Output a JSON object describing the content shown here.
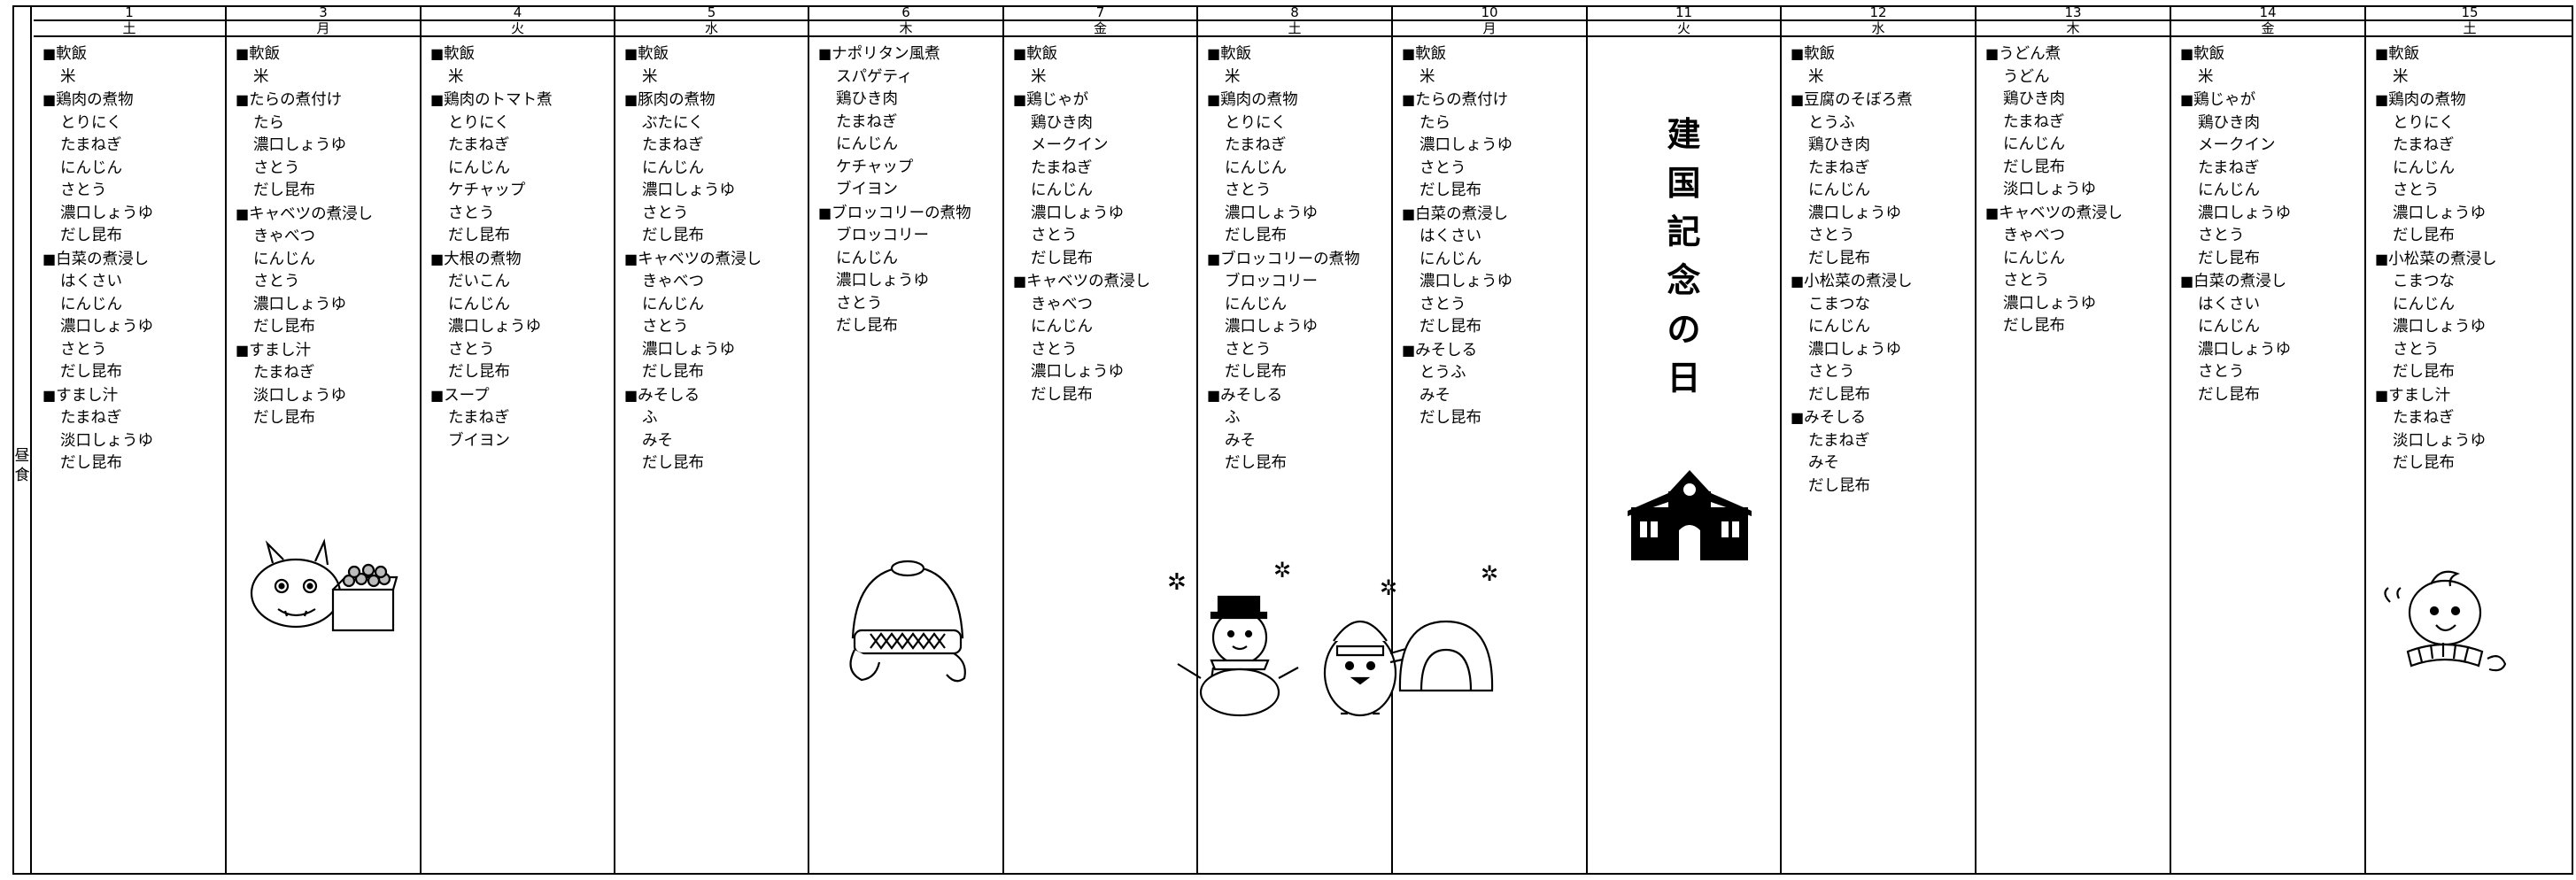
{
  "row_label": "昼食",
  "holiday": {
    "text": "建国記念の日"
  },
  "days": [
    {
      "date": "1",
      "weekday": "土",
      "items": [
        [
          "h",
          "軟飯"
        ],
        [
          "s",
          "米"
        ],
        [
          "h",
          "鶏肉の煮物"
        ],
        [
          "s",
          "とりにく"
        ],
        [
          "s",
          "たまねぎ"
        ],
        [
          "s",
          "にんじん"
        ],
        [
          "s",
          "さとう"
        ],
        [
          "s",
          "濃口しょうゆ"
        ],
        [
          "s",
          "だし昆布"
        ],
        [
          "h",
          "白菜の煮浸し"
        ],
        [
          "s",
          "はくさい"
        ],
        [
          "s",
          "にんじん"
        ],
        [
          "s",
          "濃口しょうゆ"
        ],
        [
          "s",
          "さとう"
        ],
        [
          "s",
          "だし昆布"
        ],
        [
          "h",
          "すまし汁"
        ],
        [
          "s",
          "たまねぎ"
        ],
        [
          "s",
          "淡口しょうゆ"
        ],
        [
          "s",
          "だし昆布"
        ]
      ]
    },
    {
      "date": "3",
      "weekday": "月",
      "items": [
        [
          "h",
          "軟飯"
        ],
        [
          "s",
          "米"
        ],
        [
          "h",
          "たらの煮付け"
        ],
        [
          "s",
          "たら"
        ],
        [
          "s",
          "濃口しょうゆ"
        ],
        [
          "s",
          "さとう"
        ],
        [
          "s",
          "だし昆布"
        ],
        [
          "h",
          "キャベツの煮浸し"
        ],
        [
          "s",
          "きゃべつ"
        ],
        [
          "s",
          "にんじん"
        ],
        [
          "s",
          "さとう"
        ],
        [
          "s",
          "濃口しょうゆ"
        ],
        [
          "s",
          "だし昆布"
        ],
        [
          "h",
          "すまし汁"
        ],
        [
          "s",
          "たまねぎ"
        ],
        [
          "s",
          "淡口しょうゆ"
        ],
        [
          "s",
          "だし昆布"
        ]
      ]
    },
    {
      "date": "4",
      "weekday": "火",
      "items": [
        [
          "h",
          "軟飯"
        ],
        [
          "s",
          "米"
        ],
        [
          "h",
          "鶏肉のトマト煮"
        ],
        [
          "s",
          "とりにく"
        ],
        [
          "s",
          "たまねぎ"
        ],
        [
          "s",
          "にんじん"
        ],
        [
          "s",
          "ケチャップ"
        ],
        [
          "s",
          "さとう"
        ],
        [
          "s",
          "だし昆布"
        ],
        [
          "h",
          "大根の煮物"
        ],
        [
          "s",
          "だいこん"
        ],
        [
          "s",
          "にんじん"
        ],
        [
          "s",
          "濃口しょうゆ"
        ],
        [
          "s",
          "さとう"
        ],
        [
          "s",
          "だし昆布"
        ],
        [
          "h",
          "スープ"
        ],
        [
          "s",
          "たまねぎ"
        ],
        [
          "s",
          "ブイヨン"
        ]
      ]
    },
    {
      "date": "5",
      "weekday": "水",
      "items": [
        [
          "h",
          "軟飯"
        ],
        [
          "s",
          "米"
        ],
        [
          "h",
          "豚肉の煮物"
        ],
        [
          "s",
          "ぶたにく"
        ],
        [
          "s",
          "たまねぎ"
        ],
        [
          "s",
          "にんじん"
        ],
        [
          "s",
          "濃口しょうゆ"
        ],
        [
          "s",
          "さとう"
        ],
        [
          "s",
          "だし昆布"
        ],
        [
          "h",
          "キャベツの煮浸し"
        ],
        [
          "s",
          "きゃべつ"
        ],
        [
          "s",
          "にんじん"
        ],
        [
          "s",
          "さとう"
        ],
        [
          "s",
          "濃口しょうゆ"
        ],
        [
          "s",
          "だし昆布"
        ],
        [
          "h",
          "みそしる"
        ],
        [
          "s",
          "ふ"
        ],
        [
          "s",
          "みそ"
        ],
        [
          "s",
          "だし昆布"
        ]
      ]
    },
    {
      "date": "6",
      "weekday": "木",
      "items": [
        [
          "h",
          "ナポリタン風煮"
        ],
        [
          "s",
          "スパゲティ"
        ],
        [
          "s",
          "鶏ひき肉"
        ],
        [
          "s",
          "たまねぎ"
        ],
        [
          "s",
          "にんじん"
        ],
        [
          "s",
          "ケチャップ"
        ],
        [
          "s",
          "ブイヨン"
        ],
        [
          "h",
          "ブロッコリーの煮物"
        ],
        [
          "s",
          "ブロッコリー"
        ],
        [
          "s",
          "にんじん"
        ],
        [
          "s",
          "濃口しょうゆ"
        ],
        [
          "s",
          "さとう"
        ],
        [
          "s",
          "だし昆布"
        ]
      ]
    },
    {
      "date": "7",
      "weekday": "金",
      "items": [
        [
          "h",
          "軟飯"
        ],
        [
          "s",
          "米"
        ],
        [
          "h",
          "鶏じゃが"
        ],
        [
          "s",
          "鶏ひき肉"
        ],
        [
          "s",
          "メークイン"
        ],
        [
          "s",
          "たまねぎ"
        ],
        [
          "s",
          "にんじん"
        ],
        [
          "s",
          "濃口しょうゆ"
        ],
        [
          "s",
          "さとう"
        ],
        [
          "s",
          "だし昆布"
        ],
        [
          "h",
          "キャベツの煮浸し"
        ],
        [
          "s",
          "きゃべつ"
        ],
        [
          "s",
          "にんじん"
        ],
        [
          "s",
          "さとう"
        ],
        [
          "s",
          "濃口しょうゆ"
        ],
        [
          "s",
          "だし昆布"
        ]
      ]
    },
    {
      "date": "8",
      "weekday": "土",
      "items": [
        [
          "h",
          "軟飯"
        ],
        [
          "s",
          "米"
        ],
        [
          "h",
          "鶏肉の煮物"
        ],
        [
          "s",
          "とりにく"
        ],
        [
          "s",
          "たまねぎ"
        ],
        [
          "s",
          "にんじん"
        ],
        [
          "s",
          "さとう"
        ],
        [
          "s",
          "濃口しょうゆ"
        ],
        [
          "s",
          "だし昆布"
        ],
        [
          "h",
          "ブロッコリーの煮物"
        ],
        [
          "s",
          "ブロッコリー"
        ],
        [
          "s",
          "にんじん"
        ],
        [
          "s",
          "濃口しょうゆ"
        ],
        [
          "s",
          "さとう"
        ],
        [
          "s",
          "だし昆布"
        ],
        [
          "h",
          "みそしる"
        ],
        [
          "s",
          "ふ"
        ],
        [
          "s",
          "みそ"
        ],
        [
          "s",
          "だし昆布"
        ]
      ]
    },
    {
      "date": "10",
      "weekday": "月",
      "items": [
        [
          "h",
          "軟飯"
        ],
        [
          "s",
          "米"
        ],
        [
          "h",
          "たらの煮付け"
        ],
        [
          "s",
          "たら"
        ],
        [
          "s",
          "濃口しょうゆ"
        ],
        [
          "s",
          "さとう"
        ],
        [
          "s",
          "だし昆布"
        ],
        [
          "h",
          "白菜の煮浸し"
        ],
        [
          "s",
          "はくさい"
        ],
        [
          "s",
          "にんじん"
        ],
        [
          "s",
          "濃口しょうゆ"
        ],
        [
          "s",
          "さとう"
        ],
        [
          "s",
          "だし昆布"
        ],
        [
          "h",
          "みそしる"
        ],
        [
          "s",
          "とうふ"
        ],
        [
          "s",
          "みそ"
        ],
        [
          "s",
          "だし昆布"
        ]
      ]
    },
    {
      "date": "11",
      "weekday": "火",
      "items": []
    },
    {
      "date": "12",
      "weekday": "水",
      "items": [
        [
          "h",
          "軟飯"
        ],
        [
          "s",
          "米"
        ],
        [
          "h",
          "豆腐のそぼろ煮"
        ],
        [
          "s",
          "とうふ"
        ],
        [
          "s",
          "鶏ひき肉"
        ],
        [
          "s",
          "たまねぎ"
        ],
        [
          "s",
          "にんじん"
        ],
        [
          "s",
          "濃口しょうゆ"
        ],
        [
          "s",
          "さとう"
        ],
        [
          "s",
          "だし昆布"
        ],
        [
          "h",
          "小松菜の煮浸し"
        ],
        [
          "s",
          "こまつな"
        ],
        [
          "s",
          "にんじん"
        ],
        [
          "s",
          "濃口しょうゆ"
        ],
        [
          "s",
          "さとう"
        ],
        [
          "s",
          "だし昆布"
        ],
        [
          "h",
          "みそしる"
        ],
        [
          "s",
          "たまねぎ"
        ],
        [
          "s",
          "みそ"
        ],
        [
          "s",
          "だし昆布"
        ]
      ]
    },
    {
      "date": "13",
      "weekday": "木",
      "items": [
        [
          "h",
          "うどん煮"
        ],
        [
          "s",
          "うどん"
        ],
        [
          "s",
          "鶏ひき肉"
        ],
        [
          "s",
          "たまねぎ"
        ],
        [
          "s",
          "にんじん"
        ],
        [
          "s",
          "だし昆布"
        ],
        [
          "s",
          "淡口しょうゆ"
        ],
        [
          "h",
          "キャベツの煮浸し"
        ],
        [
          "s",
          "きゃべつ"
        ],
        [
          "s",
          "にんじん"
        ],
        [
          "s",
          "さとう"
        ],
        [
          "s",
          "濃口しょうゆ"
        ],
        [
          "s",
          "だし昆布"
        ]
      ]
    },
    {
      "date": "14",
      "weekday": "金",
      "items": [
        [
          "h",
          "軟飯"
        ],
        [
          "s",
          "米"
        ],
        [
          "h",
          "鶏じゃが"
        ],
        [
          "s",
          "鶏ひき肉"
        ],
        [
          "s",
          "メークイン"
        ],
        [
          "s",
          "たまねぎ"
        ],
        [
          "s",
          "にんじん"
        ],
        [
          "s",
          "濃口しょうゆ"
        ],
        [
          "s",
          "さとう"
        ],
        [
          "s",
          "だし昆布"
        ],
        [
          "h",
          "白菜の煮浸し"
        ],
        [
          "s",
          "はくさい"
        ],
        [
          "s",
          "にんじん"
        ],
        [
          "s",
          "濃口しょうゆ"
        ],
        [
          "s",
          "さとう"
        ],
        [
          "s",
          "だし昆布"
        ]
      ]
    },
    {
      "date": "15",
      "weekday": "土",
      "items": [
        [
          "h",
          "軟飯"
        ],
        [
          "s",
          "米"
        ],
        [
          "h",
          "鶏肉の煮物"
        ],
        [
          "s",
          "とりにく"
        ],
        [
          "s",
          "たまねぎ"
        ],
        [
          "s",
          "にんじん"
        ],
        [
          "s",
          "さとう"
        ],
        [
          "s",
          "濃口しょうゆ"
        ],
        [
          "s",
          "だし昆布"
        ],
        [
          "h",
          "小松菜の煮浸し"
        ],
        [
          "s",
          "こまつな"
        ],
        [
          "s",
          "にんじん"
        ],
        [
          "s",
          "濃口しょうゆ"
        ],
        [
          "s",
          "さとう"
        ],
        [
          "s",
          "だし昆布"
        ],
        [
          "h",
          "すまし汁"
        ],
        [
          "s",
          "たまねぎ"
        ],
        [
          "s",
          "淡口しょうゆ"
        ],
        [
          "s",
          "だし昆布"
        ]
      ]
    }
  ]
}
